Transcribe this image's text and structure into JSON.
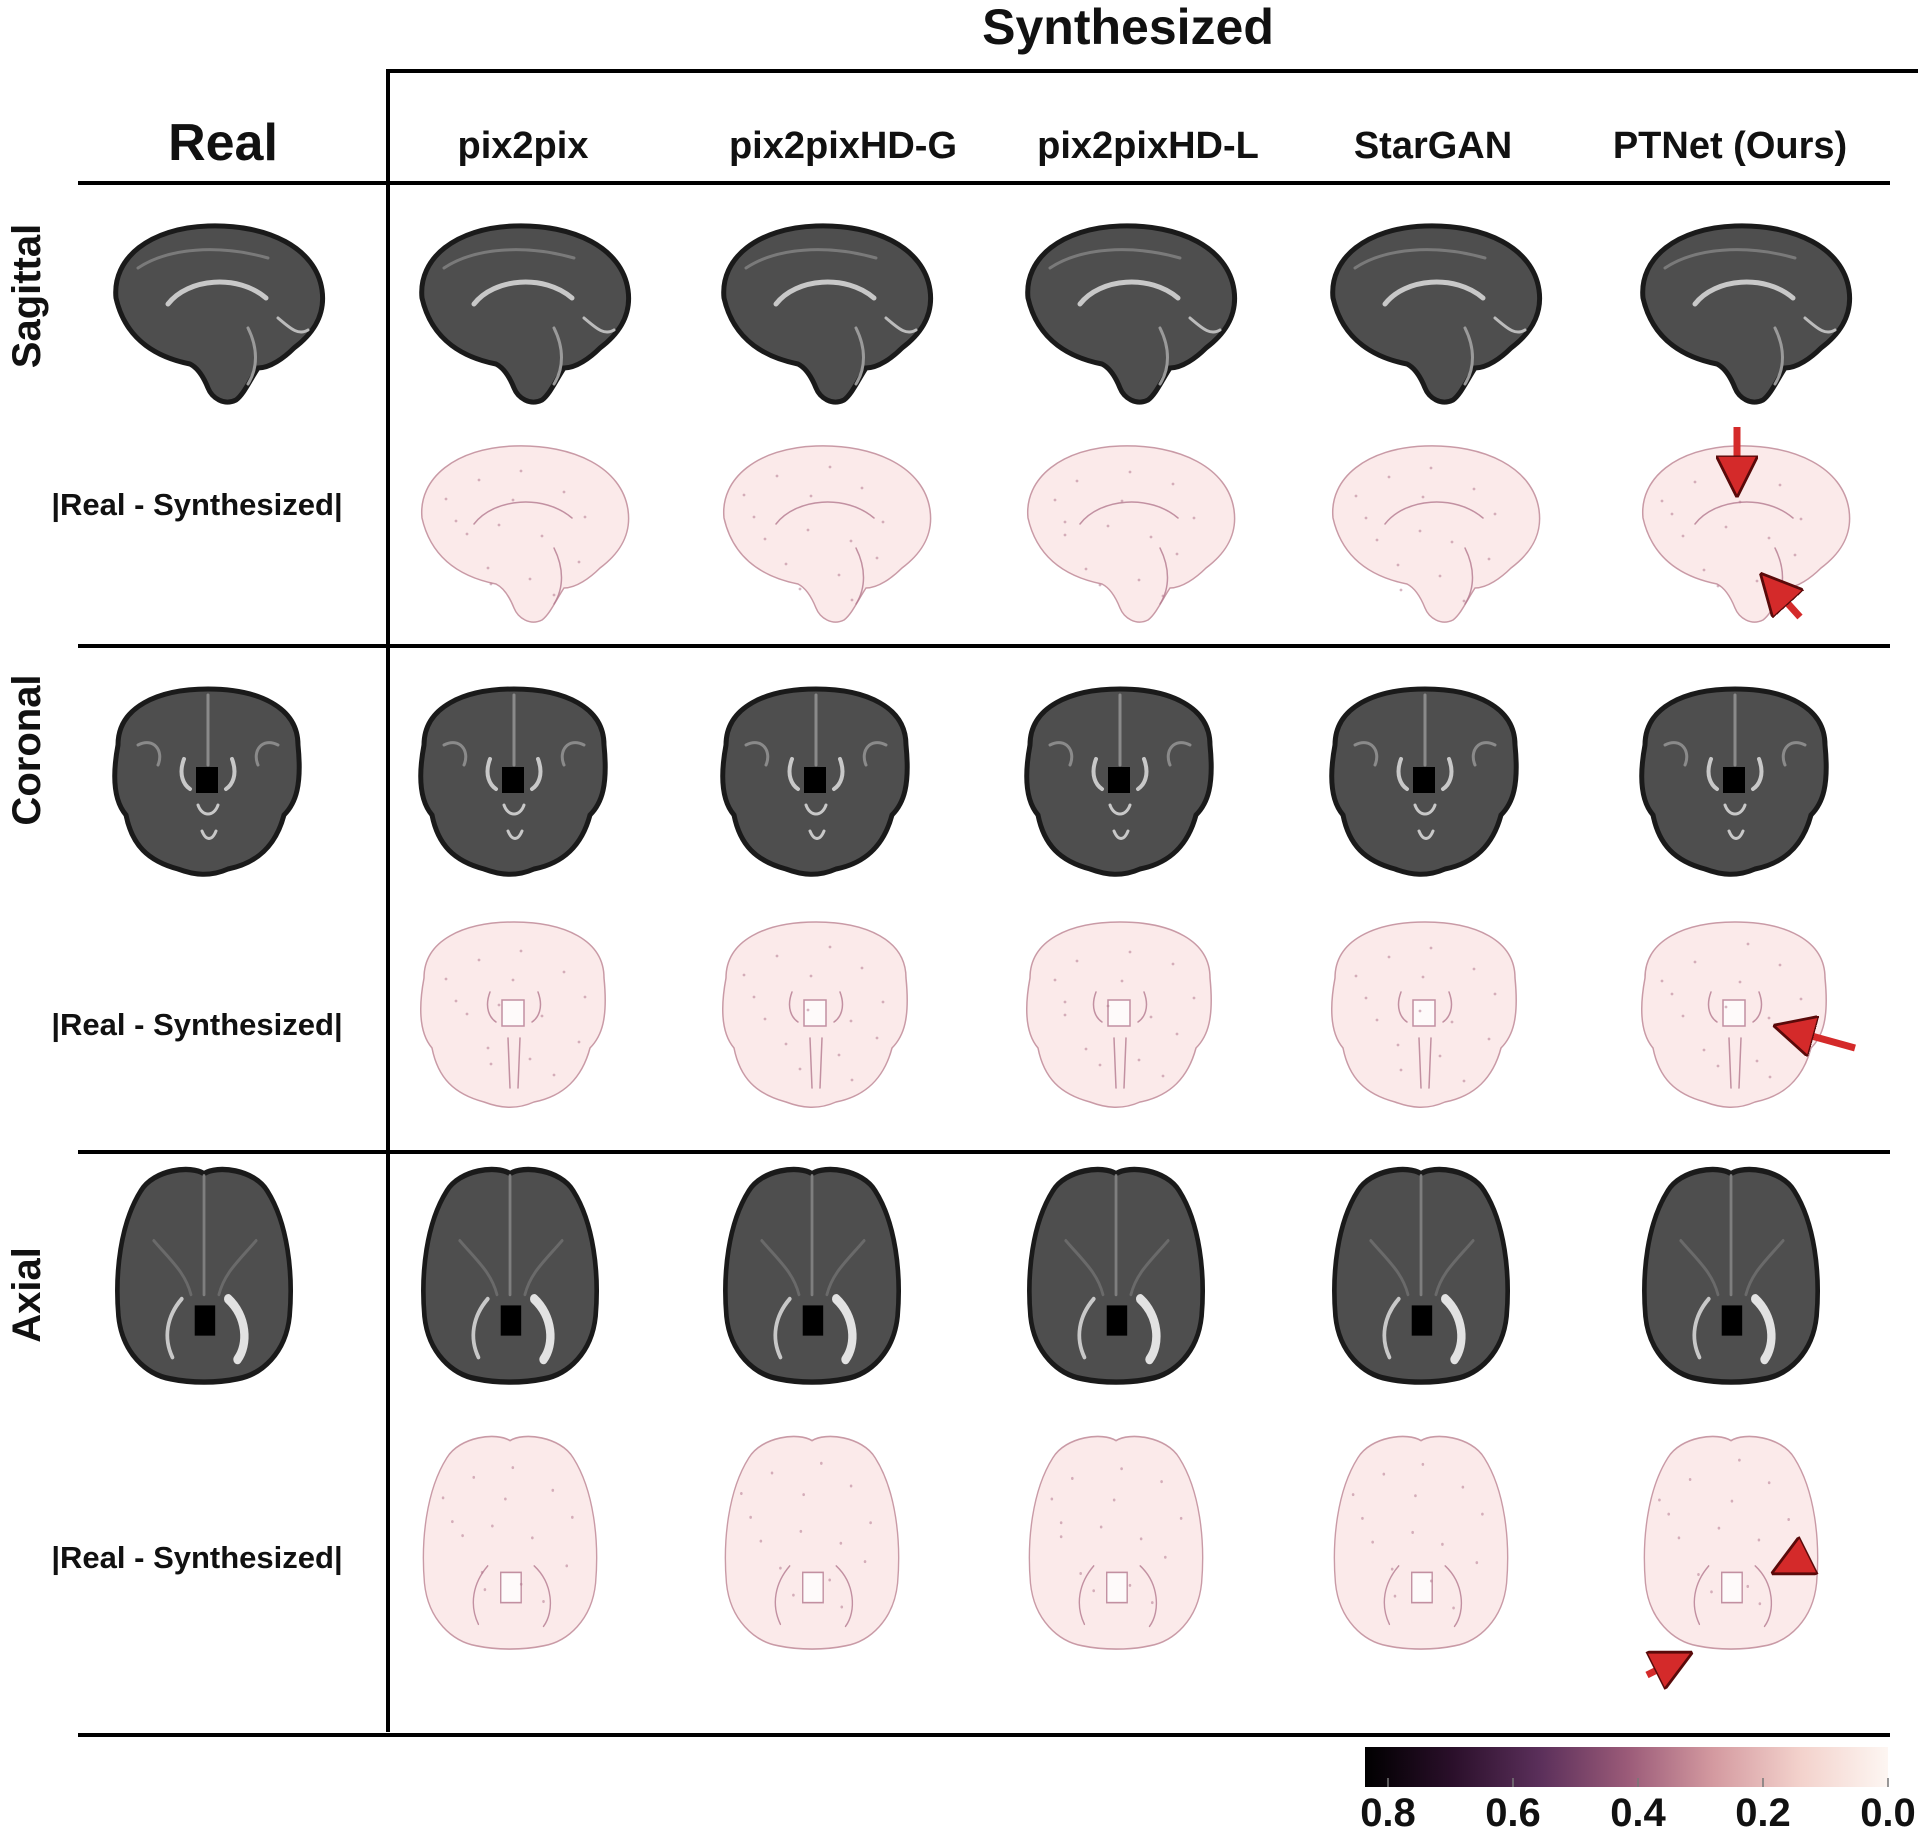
{
  "header": {
    "synthesized_label": "Synthesized",
    "real_label": "Real"
  },
  "columns": [
    {
      "label": "pix2pix"
    },
    {
      "label": "pix2pixHD-G"
    },
    {
      "label": "pix2pixHD-L"
    },
    {
      "label": "StarGAN"
    },
    {
      "label": "PTNet (Ours)"
    }
  ],
  "rows": [
    {
      "view": "Sagittal",
      "diff_label": "|Real - Synthesized|"
    },
    {
      "view": "Coronal",
      "diff_label": "|Real - Synthesized|"
    },
    {
      "view": "Axial",
      "diff_label": "|Real - Synthesized|"
    }
  ],
  "colorbar": {
    "ticks": [
      "0.8",
      "0.6",
      "0.4",
      "0.2",
      "0.0"
    ],
    "colors": [
      "#000000",
      "#2a0f2a",
      "#5a2f5a",
      "#9a5a78",
      "#d49aa0",
      "#f3d2cc",
      "#fdf6f2"
    ]
  },
  "colors": {
    "brain_fill": "#4e4e4e",
    "brain_edge": "#1a1a1a",
    "sulcus": "#c8c8c8",
    "ventricle": "#000000",
    "diff_fill": "#fbeaea",
    "diff_edge": "#c99aa6",
    "diff_mark": "#b47a90",
    "arrow": "#d42a2a"
  }
}
